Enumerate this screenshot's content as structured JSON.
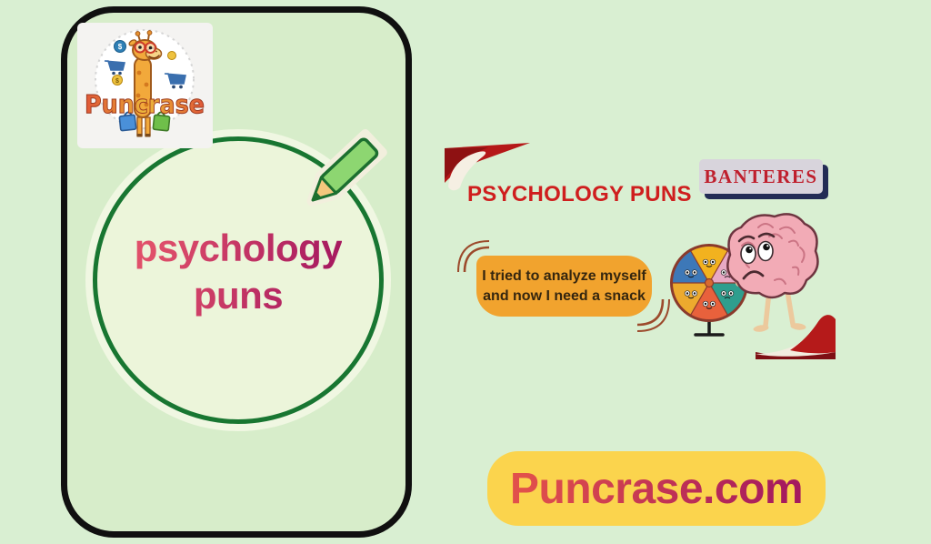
{
  "page": {
    "background": "#d9efd2"
  },
  "logo": {
    "brand": "Puncrase"
  },
  "card": {
    "title_line1": "psychology",
    "title_line2": "puns"
  },
  "right_panel": {
    "heading": "PSYCHOLOGY PUNS",
    "badge_label": "BANTERES",
    "bubble": {
      "line1": "I tried to analyze myself",
      "line2": "and now I need a snack"
    }
  },
  "footer": {
    "website": "Puncrase.com"
  },
  "colors": {
    "card_border": "#101010",
    "circle_green": "#187631",
    "heading_red": "#cf1e1e",
    "badge_red": "#bf1f2d",
    "badge_shadow_navy": "#232c55",
    "bubble_orange": "#f1a32e",
    "banner_yellow": "#fbd44d",
    "title_gradient_start": "#e0506a",
    "title_gradient_end": "#a81b60",
    "url_gradient_start": "#e1504b",
    "url_gradient_end": "#a51a5e",
    "pencil_green": "#8dd671",
    "brain_pink": "#f2abb6"
  }
}
